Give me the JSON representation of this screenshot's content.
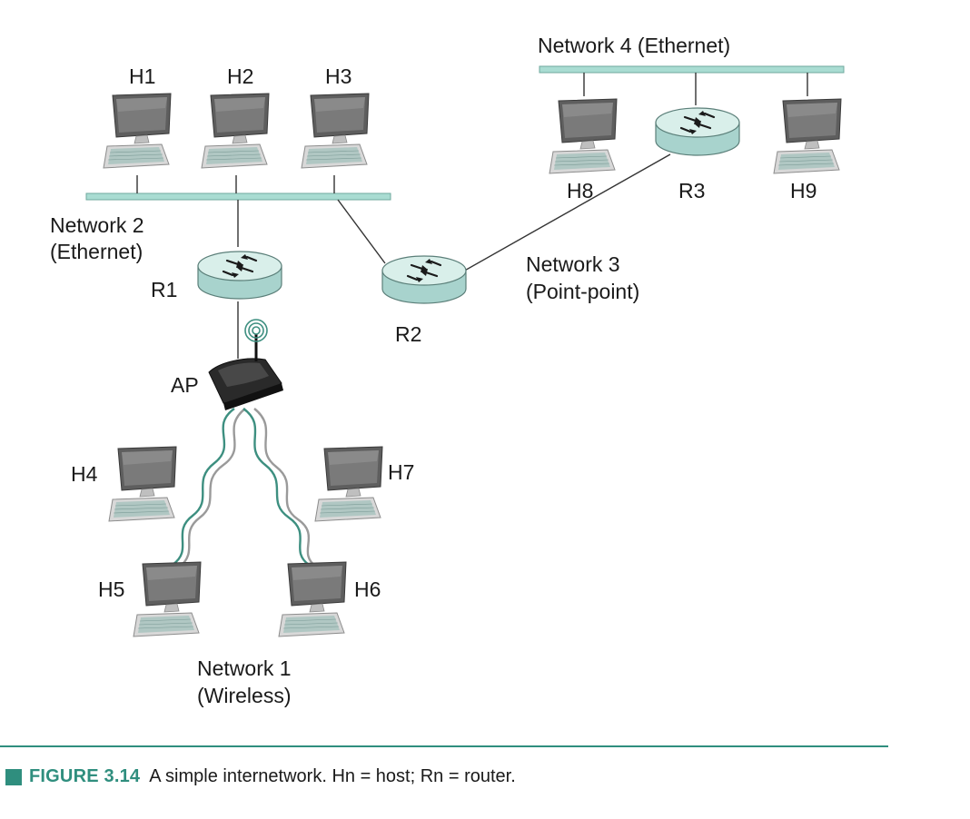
{
  "hosts": [
    "H1",
    "H2",
    "H3",
    "H4",
    "H5",
    "H6",
    "H7",
    "H8",
    "H9"
  ],
  "routers": [
    "R1",
    "R2",
    "R3"
  ],
  "access_point": "AP",
  "networks": {
    "n1": {
      "line1": "Network 1",
      "line2": "(Wireless)"
    },
    "n2": {
      "line1": "Network 2",
      "line2": "(Ethernet)"
    },
    "n3": {
      "line1": "Network 3",
      "line2": "(Point-point)"
    },
    "n4": {
      "line1": "Network 4 (Ethernet)"
    }
  },
  "caption": {
    "figure": "FIGURE 3.14",
    "text": "A simple internetwork. Hn = host; Rn = router."
  },
  "colors": {
    "accent": "#2f8e7e",
    "bus": "#a9dcd2",
    "router_body": "#a8d3cd",
    "router_top": "#d9efea",
    "wave_teal": "#3d8f80",
    "wave_gray": "#9a9a9a"
  }
}
